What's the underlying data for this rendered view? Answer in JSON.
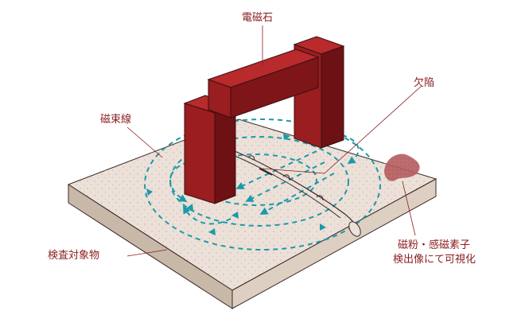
{
  "labels": {
    "electromagnet": "電磁石",
    "flux_lines": "磁束線",
    "defect": "欠陥",
    "test_object": "検査対象物",
    "indication_line1": "磁粉・感磁素子",
    "indication_line2": "検出像にて可視化"
  },
  "colors": {
    "magnet_front": "#9a1d20",
    "magnet_side": "#6d1114",
    "magnet_top": "#b82a2c",
    "plate_top": "#ece1d8",
    "plate_front": "#c8b8a8",
    "plate_side": "#ddd0c2",
    "flux": "#1b9aaa",
    "accent_text": "#8a1c1e",
    "indication_blob": "#b35a5d"
  }
}
